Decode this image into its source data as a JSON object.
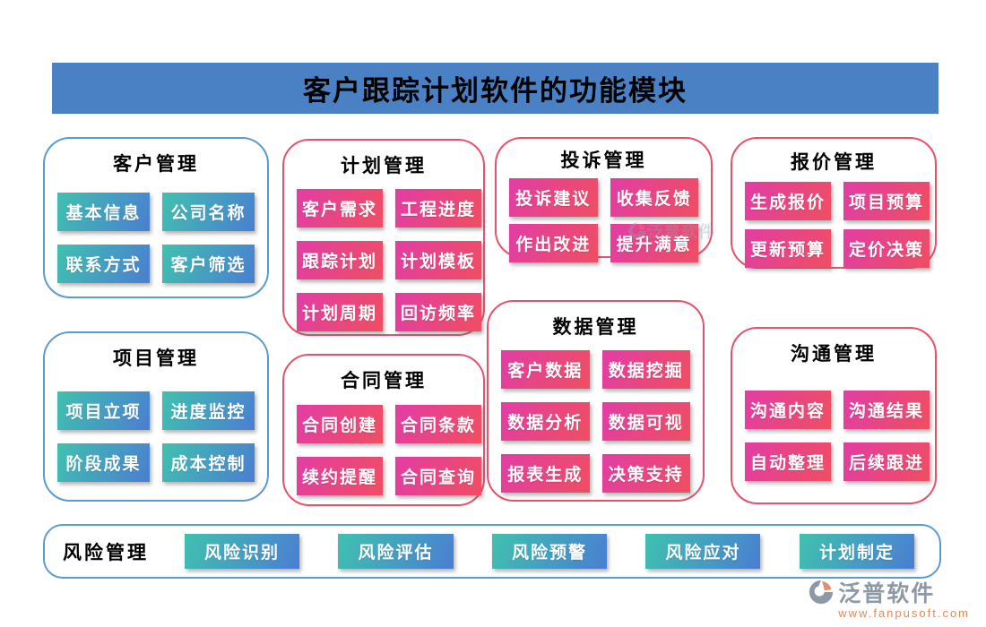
{
  "header": {
    "title": "客户跟踪计划软件的功能模块"
  },
  "colors": {
    "banner_bg": "#4a81c5",
    "blue_border": "#5c9ad2",
    "pink_border": "#e8506b",
    "teal_gradient_start": "#40c1af",
    "teal_gradient_end": "#4a7ed2",
    "pink_gradient_start": "#e23da5",
    "pink_gradient_end": "#ef4e61",
    "brand_gray": "#8d99a6",
    "brand_orange": "#de8a5f"
  },
  "cards": [
    {
      "title": "客户管理",
      "theme": "blue",
      "buttons": [
        "基本信息",
        "公司名称",
        "联系方式",
        "客户筛选"
      ]
    },
    {
      "title": "项目管理",
      "theme": "blue",
      "buttons": [
        "项目立项",
        "进度监控",
        "阶段成果",
        "成本控制"
      ]
    },
    {
      "title": "计划管理",
      "theme": "pink",
      "buttons": [
        "客户需求",
        "工程进度",
        "跟踪计划",
        "计划模板",
        "计划周期",
        "回访频率"
      ]
    },
    {
      "title": "合同管理",
      "theme": "pink",
      "buttons": [
        "合同创建",
        "合同条款",
        "续约提醒",
        "合同查询"
      ]
    },
    {
      "title": "投诉管理",
      "theme": "pink",
      "buttons": [
        "投诉建议",
        "收集反馈",
        "作出改进",
        "提升满意"
      ]
    },
    {
      "title": "数据管理",
      "theme": "pink",
      "buttons": [
        "客户数据",
        "数据挖掘",
        "数据分析",
        "数据可视",
        "报表生成",
        "决策支持"
      ]
    },
    {
      "title": "报价管理",
      "theme": "pink",
      "buttons": [
        "生成报价",
        "项目预算",
        "更新预算",
        "定价决策"
      ]
    },
    {
      "title": "沟通管理",
      "theme": "pink",
      "buttons": [
        "沟通内容",
        "沟通结果",
        "自动整理",
        "后续跟进"
      ]
    }
  ],
  "risk": {
    "title": "风险管理",
    "buttons": [
      "风险识别",
      "风险评估",
      "风险预警",
      "风险应对",
      "计划制定"
    ]
  },
  "watermark": {
    "text": "泛普软件"
  },
  "footer": {
    "brand": "泛普软件",
    "url": "www.fanpusoft.com"
  }
}
